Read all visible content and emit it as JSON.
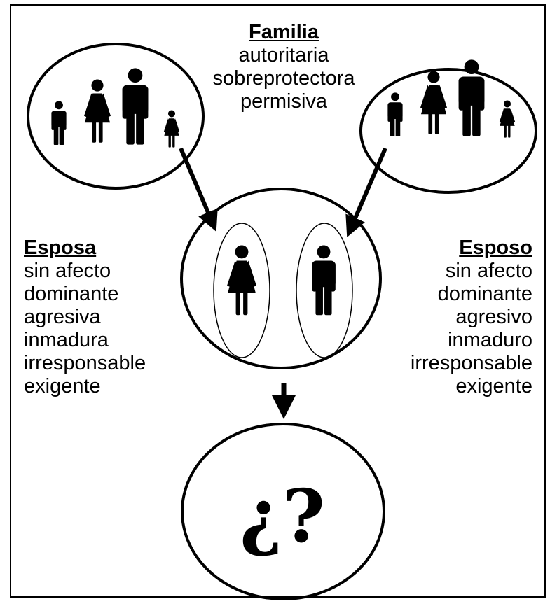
{
  "familia": {
    "title": "Familia",
    "lines": [
      "autoritaria",
      "sobreprotectora",
      "permisiva"
    ]
  },
  "esposa": {
    "title": "Esposa",
    "lines": [
      "sin afecto",
      "dominante",
      "agresiva",
      "inmadura",
      "irresponsable",
      "exigente"
    ]
  },
  "esposo": {
    "title": "Esposo",
    "lines": [
      "sin afecto",
      "dominante",
      "agresivo",
      "inmaduro",
      "irresponsable",
      "exigente"
    ]
  },
  "outcome": {
    "symbol": "¿?"
  },
  "icons": {
    "family_left": "family-icon",
    "family_right": "family-icon",
    "woman": "woman-icon",
    "man": "man-icon"
  }
}
